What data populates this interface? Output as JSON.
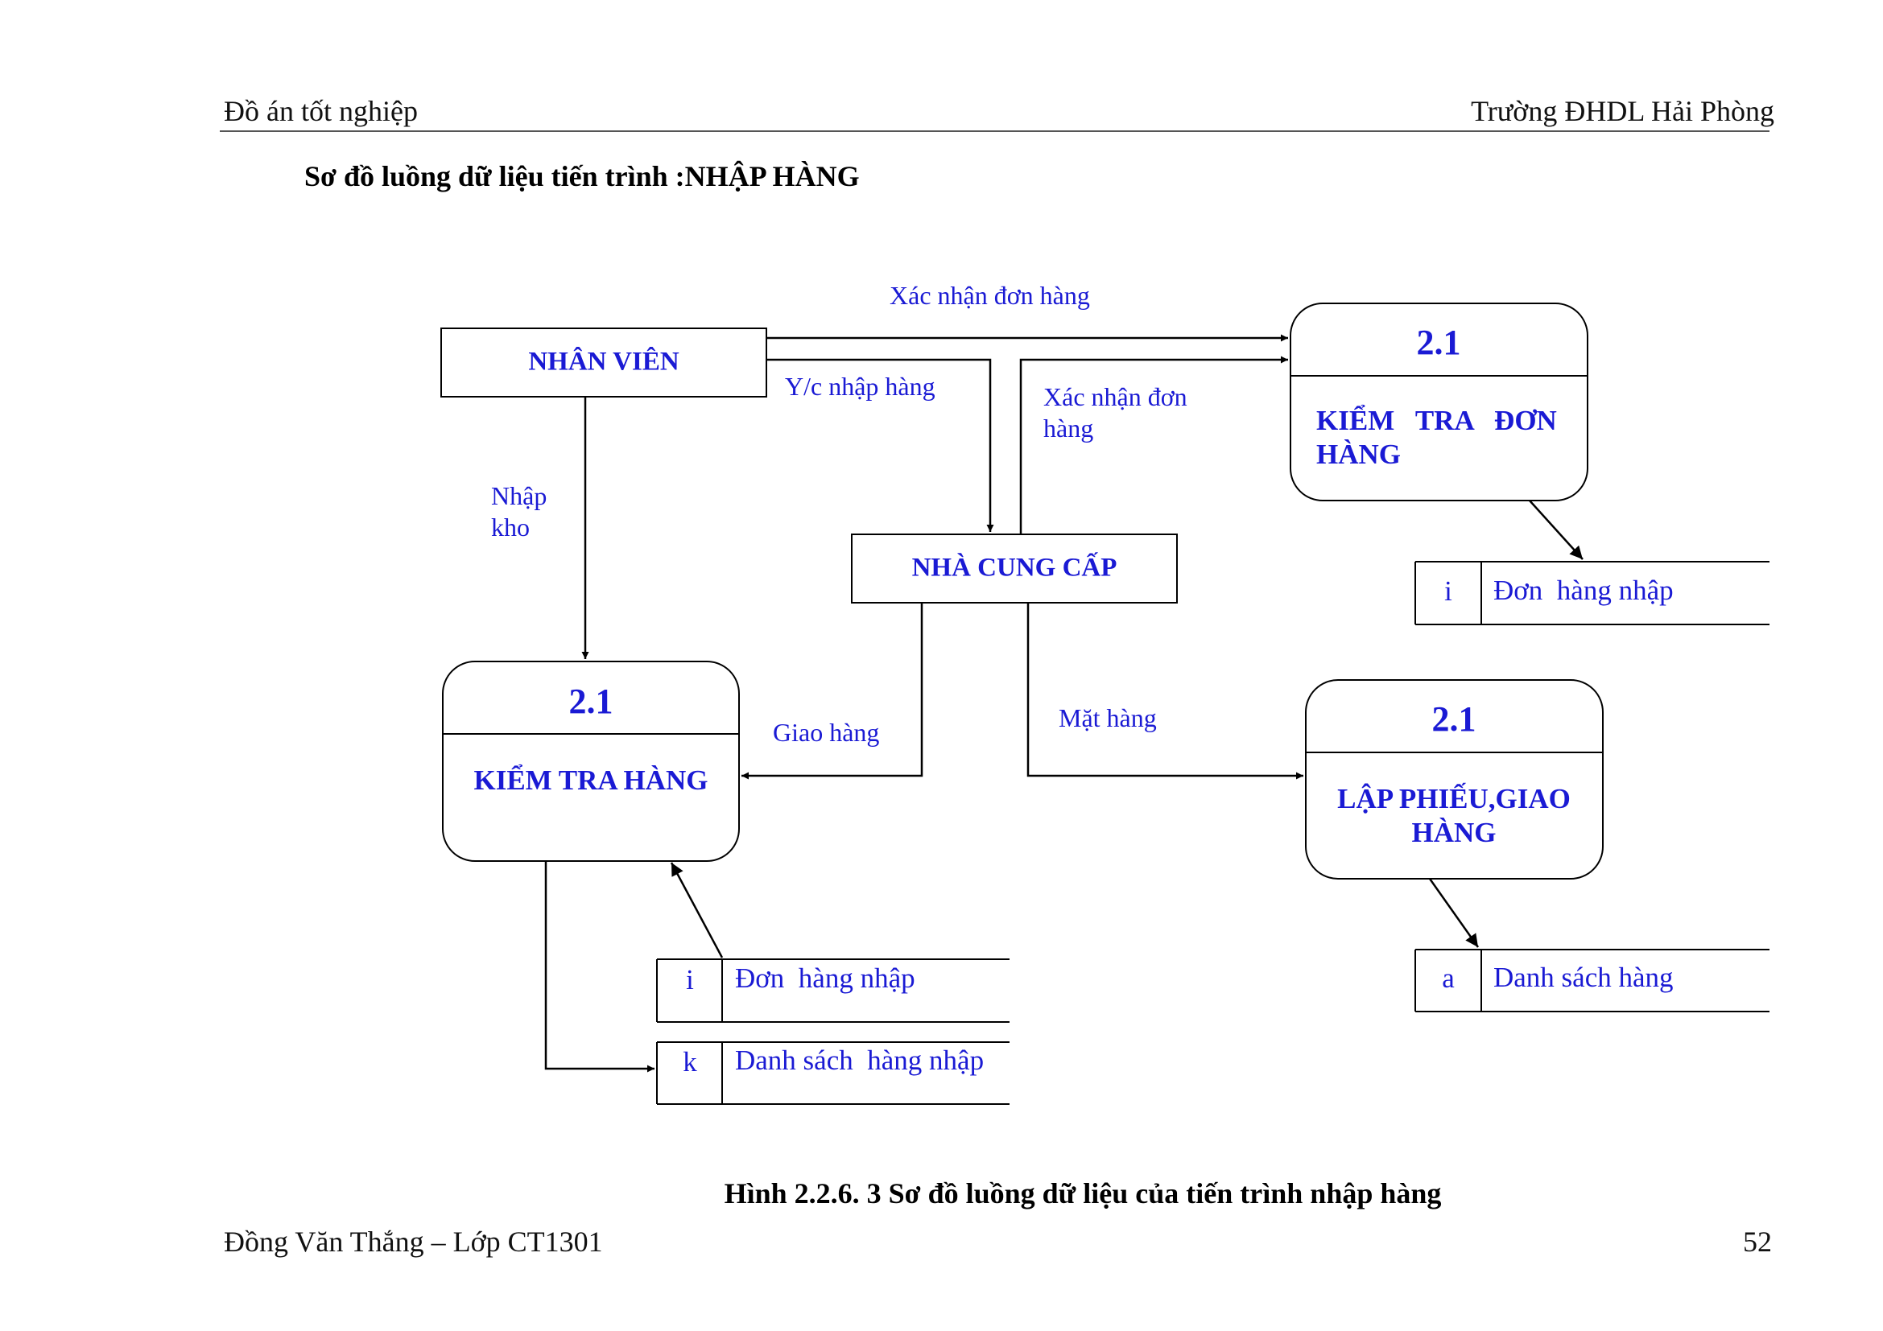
{
  "header": {
    "left": "Đồ án tốt nghiệp",
    "right": "Trường ĐHDL Hải Phòng"
  },
  "heading": "Sơ đồ luồng dữ liệu tiến trình :NHẬP HÀNG",
  "diagram": {
    "entities": {
      "nhan_vien": "NHÂN VIÊN",
      "nha_cung_cap": "NHÀ CUNG CẤP"
    },
    "processes": {
      "kiem_tra_don_hang": {
        "id": "2.1",
        "label": [
          "KIỂM   TRA   ĐƠN",
          "HÀNG"
        ]
      },
      "kiem_tra_hang": {
        "id": "2.1",
        "label": [
          "KIỂM TRA HÀNG"
        ]
      },
      "lap_phieu": {
        "id": "2.1",
        "label": [
          "LẬP PHIẾU,GIAO",
          "HÀNG"
        ]
      }
    },
    "stores": {
      "don_hang_nhap_right": {
        "id": "i",
        "label": "Đơn  hàng nhập"
      },
      "danh_sach_hang": {
        "id": "a",
        "label": "Danh sách hàng"
      },
      "don_hang_nhap_left": {
        "id": "i",
        "label": "Đơn  hàng nhập"
      },
      "danh_sach_hang_nhap": {
        "id": "k",
        "label": "Danh sách  hàng nhập"
      }
    },
    "flows": {
      "xac_nhan_don_hang_top": "Xác nhận đơn hàng",
      "yc_nhap_hang": "Y/c nhập hàng",
      "xac_nhan_don_hang_mid": [
        "Xác nhận đơn",
        "hàng"
      ],
      "nhap_kho": [
        "Nhập",
        "kho"
      ],
      "giao_hang": "Giao hàng",
      "mat_hang": "Mặt hàng"
    },
    "colors": {
      "text": "#1a1ad4",
      "line": "#000000"
    }
  },
  "caption": "Hình 2.2.6. 3 Sơ đồ luồng dữ liệu của tiến trình nhập hàng",
  "footer": {
    "left": "Đồng Văn Thắng – Lớp CT1301",
    "right": "52"
  }
}
